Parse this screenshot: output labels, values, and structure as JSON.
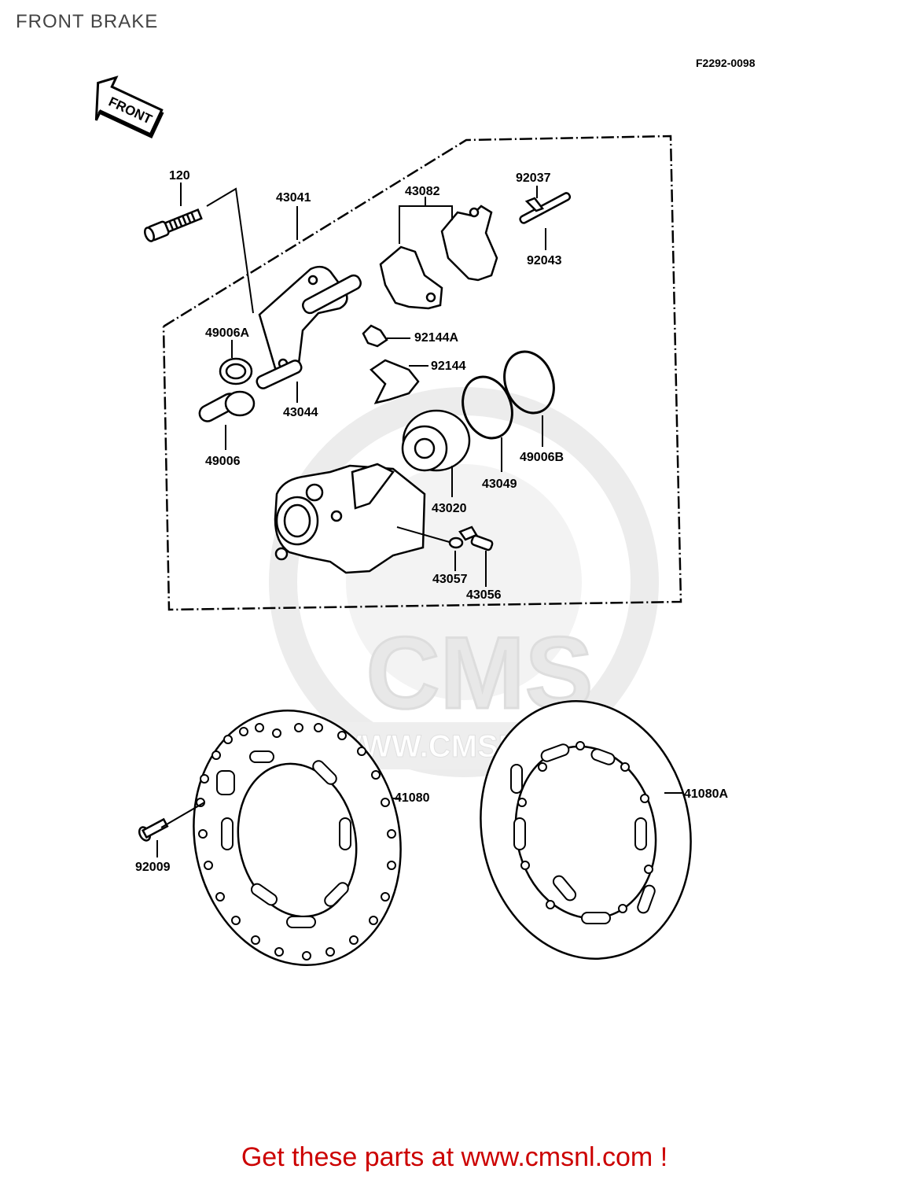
{
  "page": {
    "title": "FRONT BRAKE",
    "diagram_code": "F2292-0098",
    "front_arrow_label": "FRONT",
    "watermark": {
      "brand": "CMS",
      "url": "WWW.CMSNL.COM"
    },
    "promo_text": "Get these parts at www.cmsnl.com !"
  },
  "parts": [
    {
      "number": "120"
    },
    {
      "number": "43041"
    },
    {
      "number": "43082"
    },
    {
      "number": "92037"
    },
    {
      "number": "92043"
    },
    {
      "number": "49006A"
    },
    {
      "number": "92144A"
    },
    {
      "number": "92144"
    },
    {
      "number": "43044"
    },
    {
      "number": "49006"
    },
    {
      "number": "49006B"
    },
    {
      "number": "43049"
    },
    {
      "number": "43020"
    },
    {
      "number": "43057"
    },
    {
      "number": "43056"
    },
    {
      "number": "41080"
    },
    {
      "number": "41080A"
    },
    {
      "number": "92009"
    }
  ],
  "colors": {
    "line": "#000000",
    "watermark": "#e6e6e6",
    "promo": "#cc0000"
  }
}
